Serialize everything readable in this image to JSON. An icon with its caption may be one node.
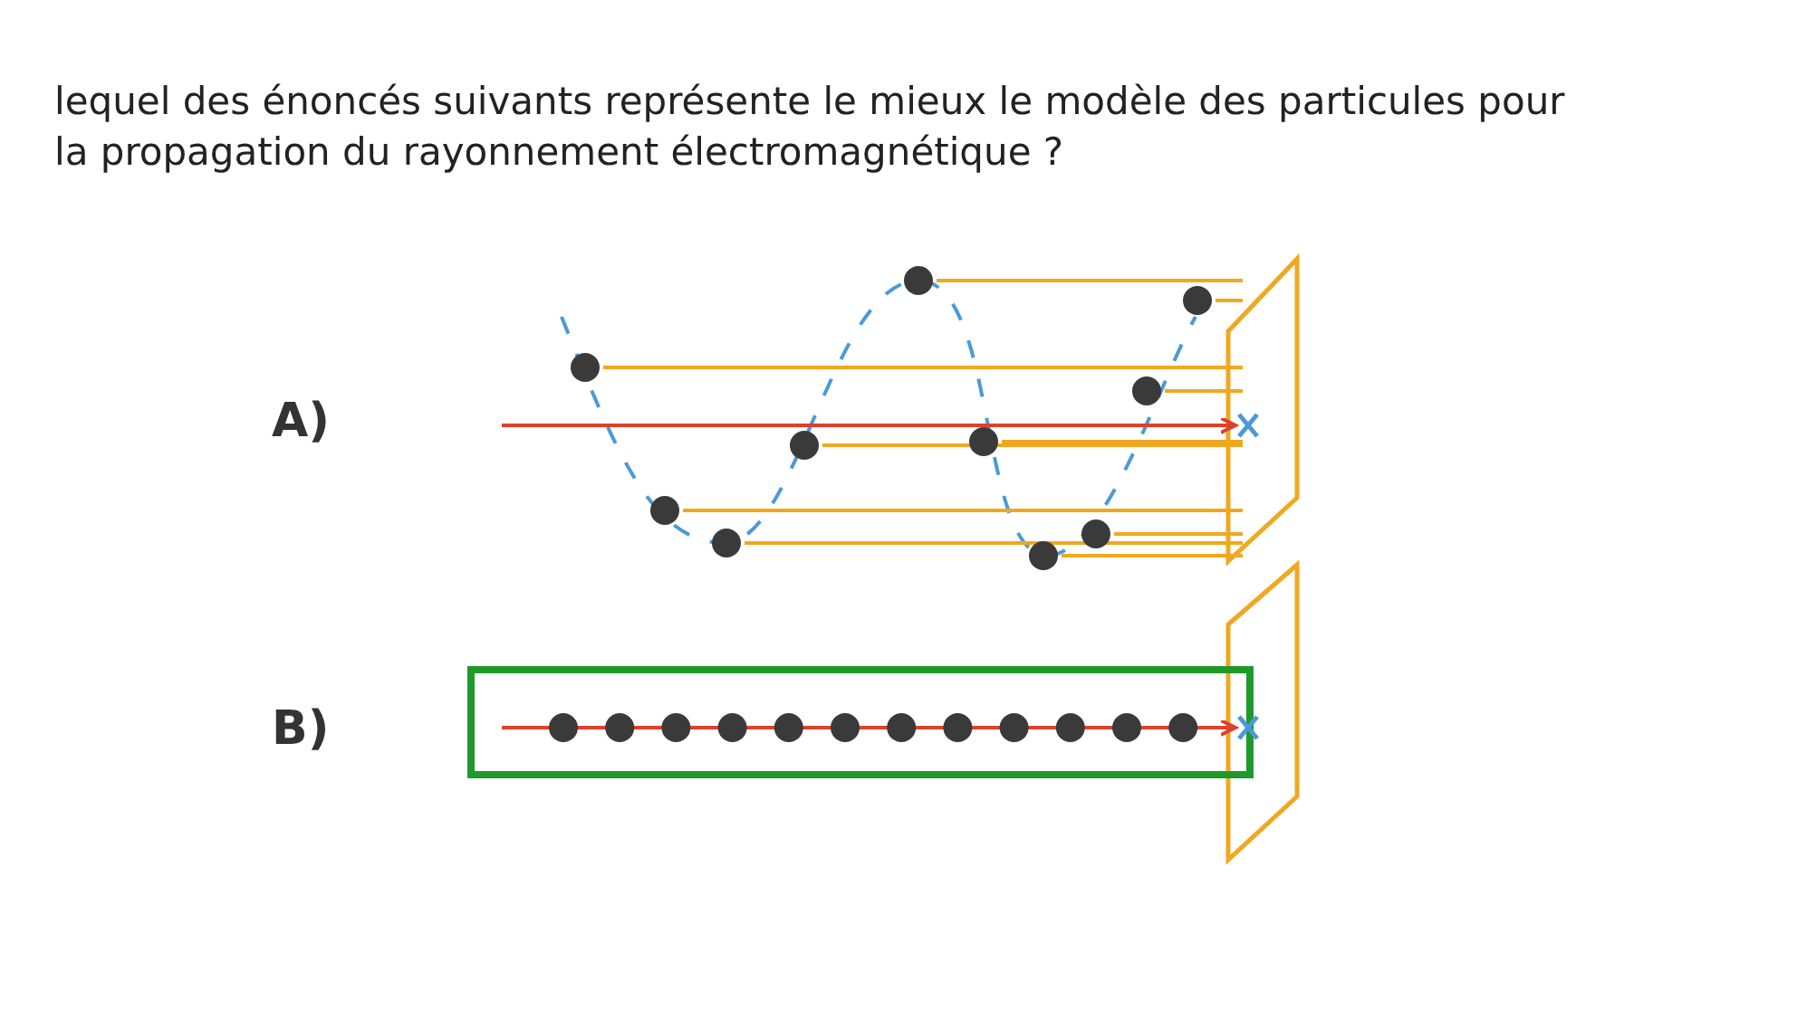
{
  "diagram": {
    "title": "lequel des énoncés suivants représente le mieux le modèle des particules pour la propagation du rayonnement électromagnétique ?",
    "labels": [
      "A)",
      "B)"
    ]
  }
}
